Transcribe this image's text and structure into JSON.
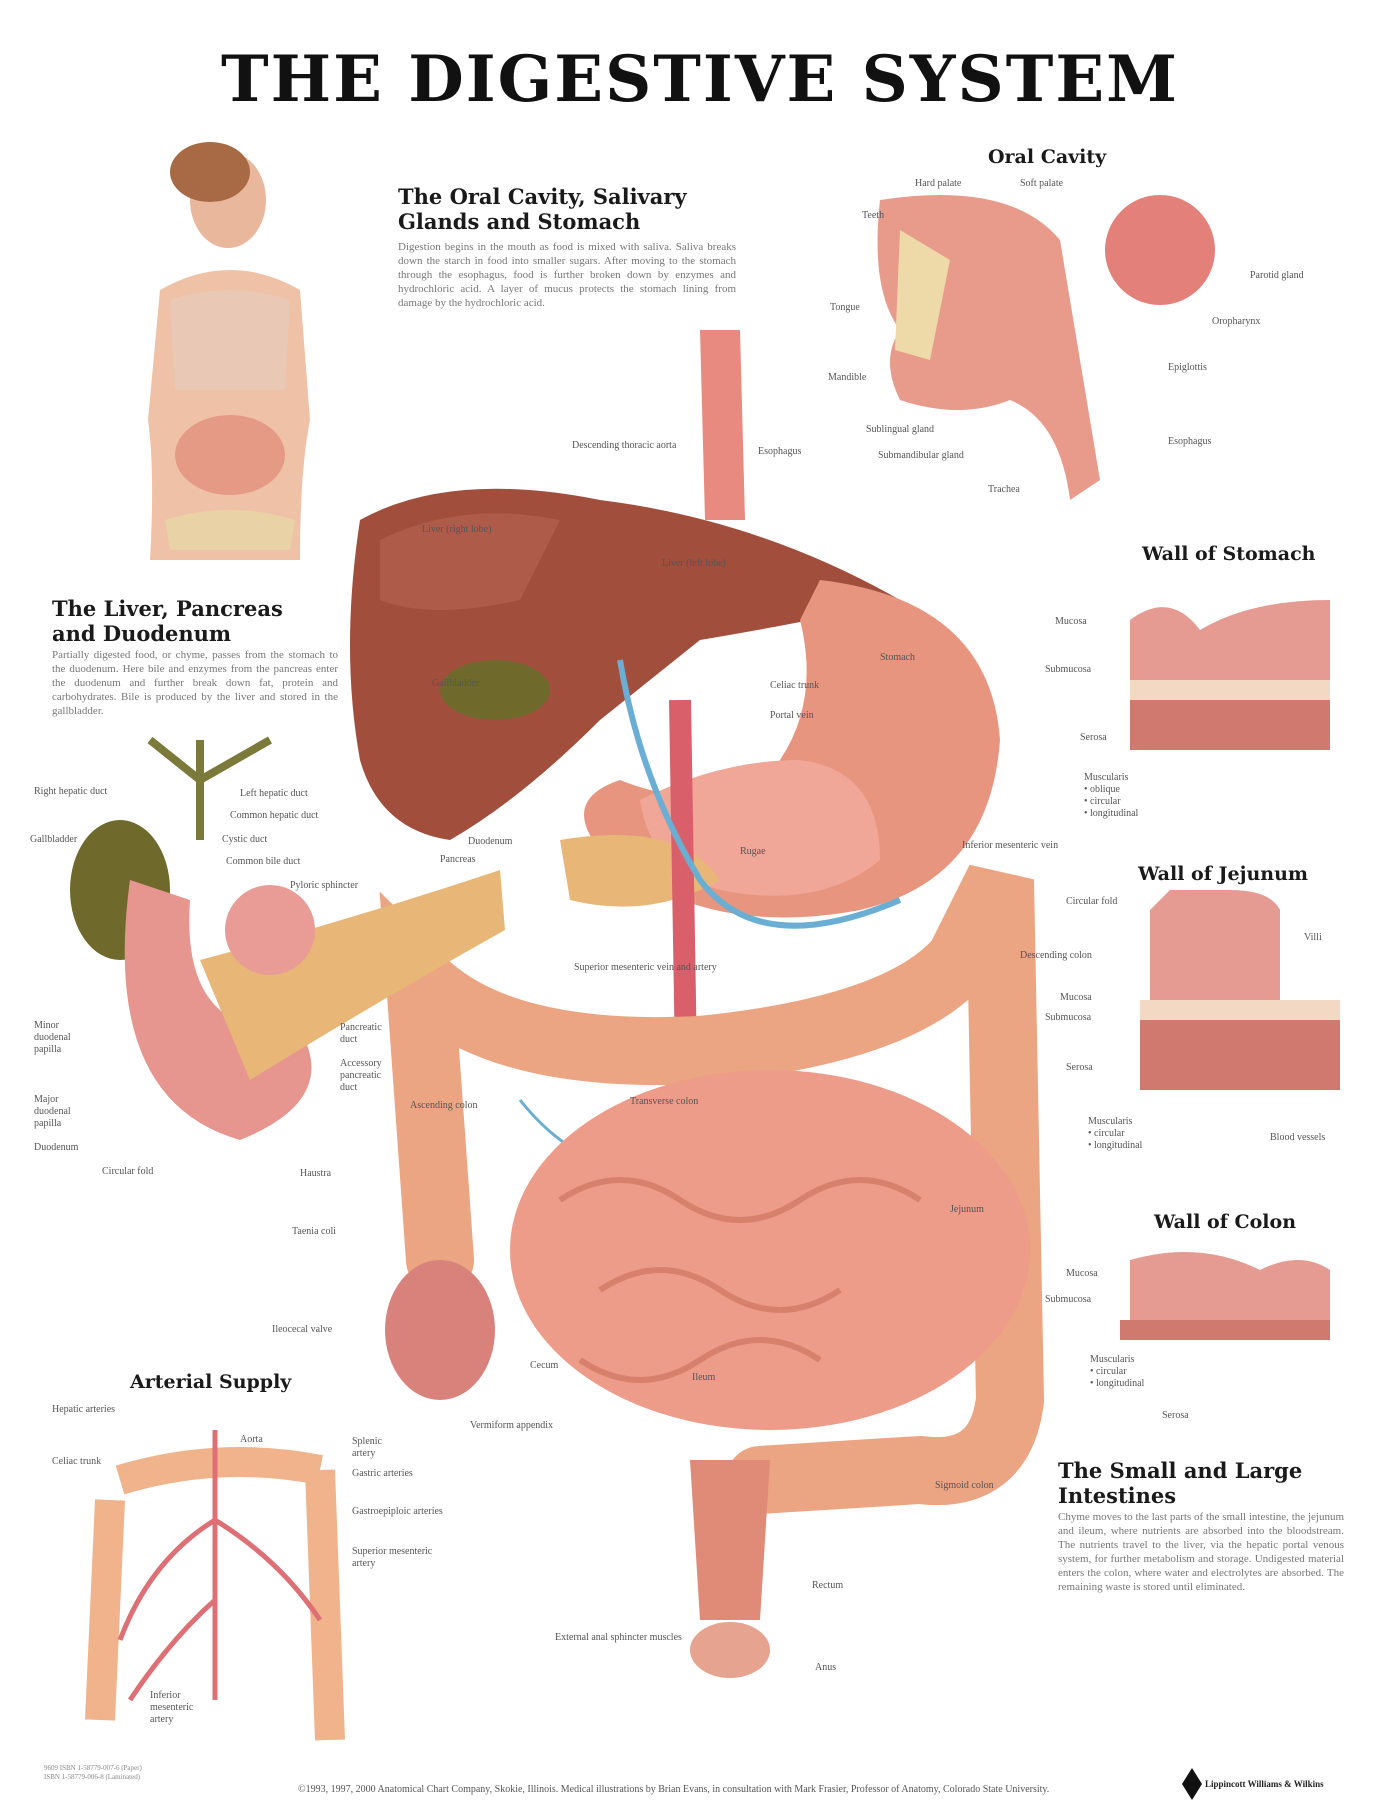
{
  "title": "THE DIGESTIVE SYSTEM",
  "sections": {
    "oral": {
      "title": "The Oral Cavity, Salivary Glands and Stomach",
      "body": "Digestion begins in the mouth as food is mixed with saliva. Saliva breaks down the starch in food into smaller sugars. After moving to the stomach through the esophagus, food is further broken down by enzymes and hydrochloric acid. A layer of mucus protects the stomach lining from damage by the hydrochloric acid."
    },
    "liver": {
      "title": "The Liver, Pancreas and Duodenum",
      "body": "Partially digested food, or chyme, passes from the stomach to the duodenum. Here bile and enzymes from the pancreas enter the duodenum and further break down fat, protein and carbohydrates. Bile is produced by the liver and stored in the gallbladder."
    },
    "intestines": {
      "title": "The Small and Large Intestines",
      "body": "Chyme moves to the last parts of the small intestine, the jejunum and ileum, where nutrients are absorbed into the bloodstream. The nutrients travel to the liver, via the hepatic portal venous system, for further metabolism and storage. Undigested material enters the colon, where water and electrolytes are absorbed. The remaining waste is stored until eliminated."
    }
  },
  "main_labels": [
    "Descending thoracic aorta",
    "Esophagus",
    "Liver (right lobe)",
    "Liver (left lobe)",
    "Gallbladder",
    "Stomach",
    "Celiac trunk",
    "Portal vein",
    "Duodenum",
    "Pancreas",
    "Rugae",
    "Inferior mesenteric vein",
    "Superior mesenteric vein and artery",
    "Descending colon",
    "Transverse colon",
    "Ascending colon",
    "Haustra",
    "Taenia coli",
    "Jejunum",
    "Ileocecal valve",
    "Cecum",
    "Ileum",
    "Vermiform appendix",
    "Sigmoid colon",
    "Rectum",
    "External anal sphincter muscles",
    "Anus"
  ],
  "oral_cavity": {
    "title": "Oral Cavity",
    "labels": [
      "Hard palate",
      "Soft palate",
      "Teeth",
      "Parotid gland",
      "Tongue",
      "Oropharynx",
      "Epiglottis",
      "Mandible",
      "Sublingual gland",
      "Submandibular gland",
      "Esophagus",
      "Trachea"
    ]
  },
  "wall_stomach": {
    "title": "Wall of Stomach",
    "labels": [
      "Mucosa",
      "Submucosa",
      "Serosa",
      "Muscularis\n• oblique\n• circular\n• longitudinal"
    ]
  },
  "wall_jejunum": {
    "title": "Wall of Jejunum",
    "labels": [
      "Circular fold",
      "Villi",
      "Mucosa",
      "Submucosa",
      "Serosa",
      "Muscularis\n• circular\n• longitudinal",
      "Blood vessels"
    ]
  },
  "wall_colon": {
    "title": "Wall of Colon",
    "labels": [
      "Mucosa",
      "Submucosa",
      "Muscularis\n• circular\n• longitudinal",
      "Serosa"
    ]
  },
  "liver_detail_labels": [
    "Right hepatic duct",
    "Left hepatic duct",
    "Common hepatic duct",
    "Gallbladder",
    "Cystic duct",
    "Common bile duct",
    "Pyloric sphincter",
    "Minor\nduodenal\npapilla",
    "Pancreatic\nduct",
    "Accessory\npancreatic\nduct",
    "Major\nduodenal\npapilla",
    "Duodenum",
    "Circular fold"
  ],
  "arterial": {
    "title": "Arterial Supply",
    "labels": [
      "Hepatic arteries",
      "Aorta",
      "Splenic\nartery",
      "Celiac trunk",
      "Gastric arteries",
      "Gastroepiploic arteries",
      "Superior mesenteric\nartery",
      "Inferior\nmesenteric\nartery"
    ]
  },
  "footer": {
    "isbn": "9609  ISBN 1-58779-007-6 (Paper)\n         ISBN 1-58779-006-8 (Laminated)",
    "credit": "©1993, 1997, 2000 Anatomical Chart Company, Skokie, Illinois. Medical illustrations by Brian Evans, in consultation with Mark Frasier, Professor of Anatomy, Colorado State University.",
    "publisher": "Lippincott Williams & Wilkins"
  },
  "colors": {
    "flesh": "#e8957f",
    "flesh_light": "#f2b9a4",
    "liver": "#9c4a3a",
    "gallbladder": "#6f6a2c",
    "vein": "#6aaed3",
    "artery": "#d9606a",
    "pancreas": "#e8b777"
  }
}
